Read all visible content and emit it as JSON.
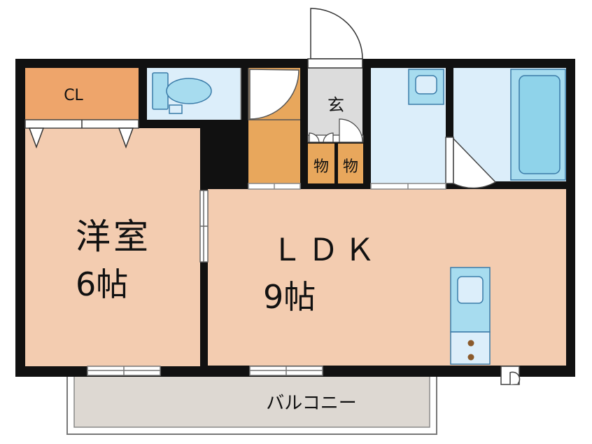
{
  "rooms": {
    "closet": {
      "label": "CL"
    },
    "western_room": {
      "name": "洋室",
      "size": "6帖"
    },
    "ldk": {
      "name": "ＬＤＫ",
      "size": "9帖"
    },
    "entrance": {
      "label": "玄"
    },
    "storage_left": {
      "label": "物"
    },
    "storage_right": {
      "label": "物"
    },
    "balcony": {
      "label": "バルコニー"
    }
  },
  "colors": {
    "wall": "#111111",
    "room_fill": "#f3ccb0",
    "closet_fill": "#eea56b",
    "hall_fill": "#e8a75c",
    "wet_fill": "#dceefa",
    "fixture_fill": "#a7dcef",
    "entrance_fill": "#dcdcdc",
    "balcony_fill": "#ddd8d2"
  },
  "icons": [
    "toilet-icon",
    "washbasin-icon",
    "bathtub-icon",
    "kitchen-sink-icon",
    "stove-icon",
    "door-swing-icon",
    "window-icon"
  ]
}
